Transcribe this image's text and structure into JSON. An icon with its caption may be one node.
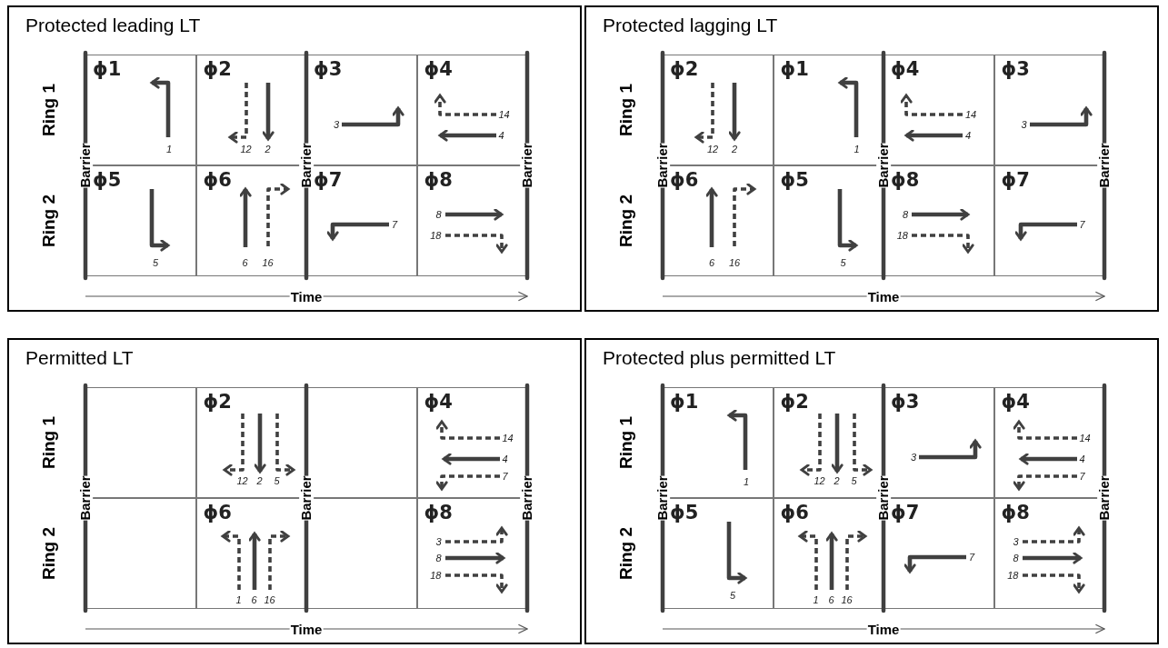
{
  "diagram": {
    "nodes": [
      {
        "text": [
          "Protected leading LT"
        ]
      },
      {
        "text": [
          "ϕ1",
          "1"
        ],
        "in": 0
      },
      {
        "text": [
          "ϕ2",
          "12",
          "2"
        ],
        "in": 0
      },
      {
        "text": [
          "ϕ3",
          "3"
        ],
        "in": 0
      },
      {
        "text": [
          "ϕ4",
          "14",
          "4"
        ],
        "in": 0
      },
      {
        "text": [
          "ϕ5",
          "5"
        ],
        "in": 0
      },
      {
        "text": [
          "ϕ6",
          "6",
          "16"
        ],
        "in": 0
      },
      {
        "text": [
          "ϕ7",
          "7"
        ],
        "in": 0
      },
      {
        "text": [
          "ϕ8",
          "8",
          "18"
        ],
        "in": 0
      },
      {
        "text": [
          "Protected lagging LT"
        ]
      },
      {
        "text": [
          "ϕ2",
          "12",
          "2"
        ],
        "in": 9
      },
      {
        "text": [
          "ϕ1",
          "1"
        ],
        "in": 9
      },
      {
        "text": [
          "ϕ4",
          "14",
          "4"
        ],
        "in": 9
      },
      {
        "text": [
          "ϕ3",
          "3"
        ],
        "in": 9
      },
      {
        "text": [
          "ϕ6",
          "6",
          "16"
        ],
        "in": 9
      },
      {
        "text": [
          "ϕ5",
          "5"
        ],
        "in": 9
      },
      {
        "text": [
          "ϕ8",
          "8",
          "18"
        ],
        "in": 9
      },
      {
        "text": [
          "ϕ7",
          "7"
        ],
        "in": 9
      },
      {
        "text": [
          "Permitted LT"
        ]
      },
      {
        "text": [],
        "shape": "box",
        "in": 18
      },
      {
        "text": [
          "ϕ2",
          "12",
          "2",
          "5"
        ],
        "in": 18
      },
      {
        "text": [],
        "shape": "box",
        "in": 18
      },
      {
        "text": [
          "ϕ4",
          "14",
          "4",
          "7"
        ],
        "in": 18
      },
      {
        "text": [],
        "shape": "box",
        "in": 18
      },
      {
        "text": [
          "ϕ6",
          "1",
          "6",
          "16"
        ],
        "in": 18
      },
      {
        "text": [],
        "shape": "box",
        "in": 18
      },
      {
        "text": [
          "ϕ8",
          "3",
          "8",
          "18"
        ],
        "in": 18
      },
      {
        "text": [
          "Protected plus permitted LT"
        ]
      },
      {
        "text": [
          "ϕ1",
          "1"
        ],
        "in": 27
      },
      {
        "text": [
          "ϕ2",
          "12",
          "2",
          "5"
        ],
        "in": 27
      },
      {
        "text": [
          "ϕ3",
          "3"
        ],
        "in": 27
      },
      {
        "text": [
          "ϕ4",
          "14",
          "4",
          "7"
        ],
        "in": 27
      },
      {
        "text": [
          "ϕ5",
          "5"
        ],
        "in": 27
      },
      {
        "text": [
          "ϕ6",
          "1",
          "6",
          "16"
        ],
        "in": 27
      },
      {
        "text": [
          "ϕ7",
          "7"
        ],
        "in": 27
      },
      {
        "text": [
          "ϕ8",
          "3",
          "8",
          "18"
        ],
        "in": 27
      }
    ],
    "labels": [
      "Ring 1",
      "Barrier",
      "Barrier",
      "Barrier",
      "Ring 2",
      "Time",
      "Ring 1",
      "Barrier",
      "Barrier",
      "Barrier",
      "Ring 2",
      "Time",
      "Ring 1",
      "Barrier",
      "Barrier",
      "Barrier",
      "Ring 2",
      "Time",
      "Ring 1",
      "Barrier",
      "Barrier",
      "Barrier",
      "Ring 2",
      "Time"
    ]
  }
}
